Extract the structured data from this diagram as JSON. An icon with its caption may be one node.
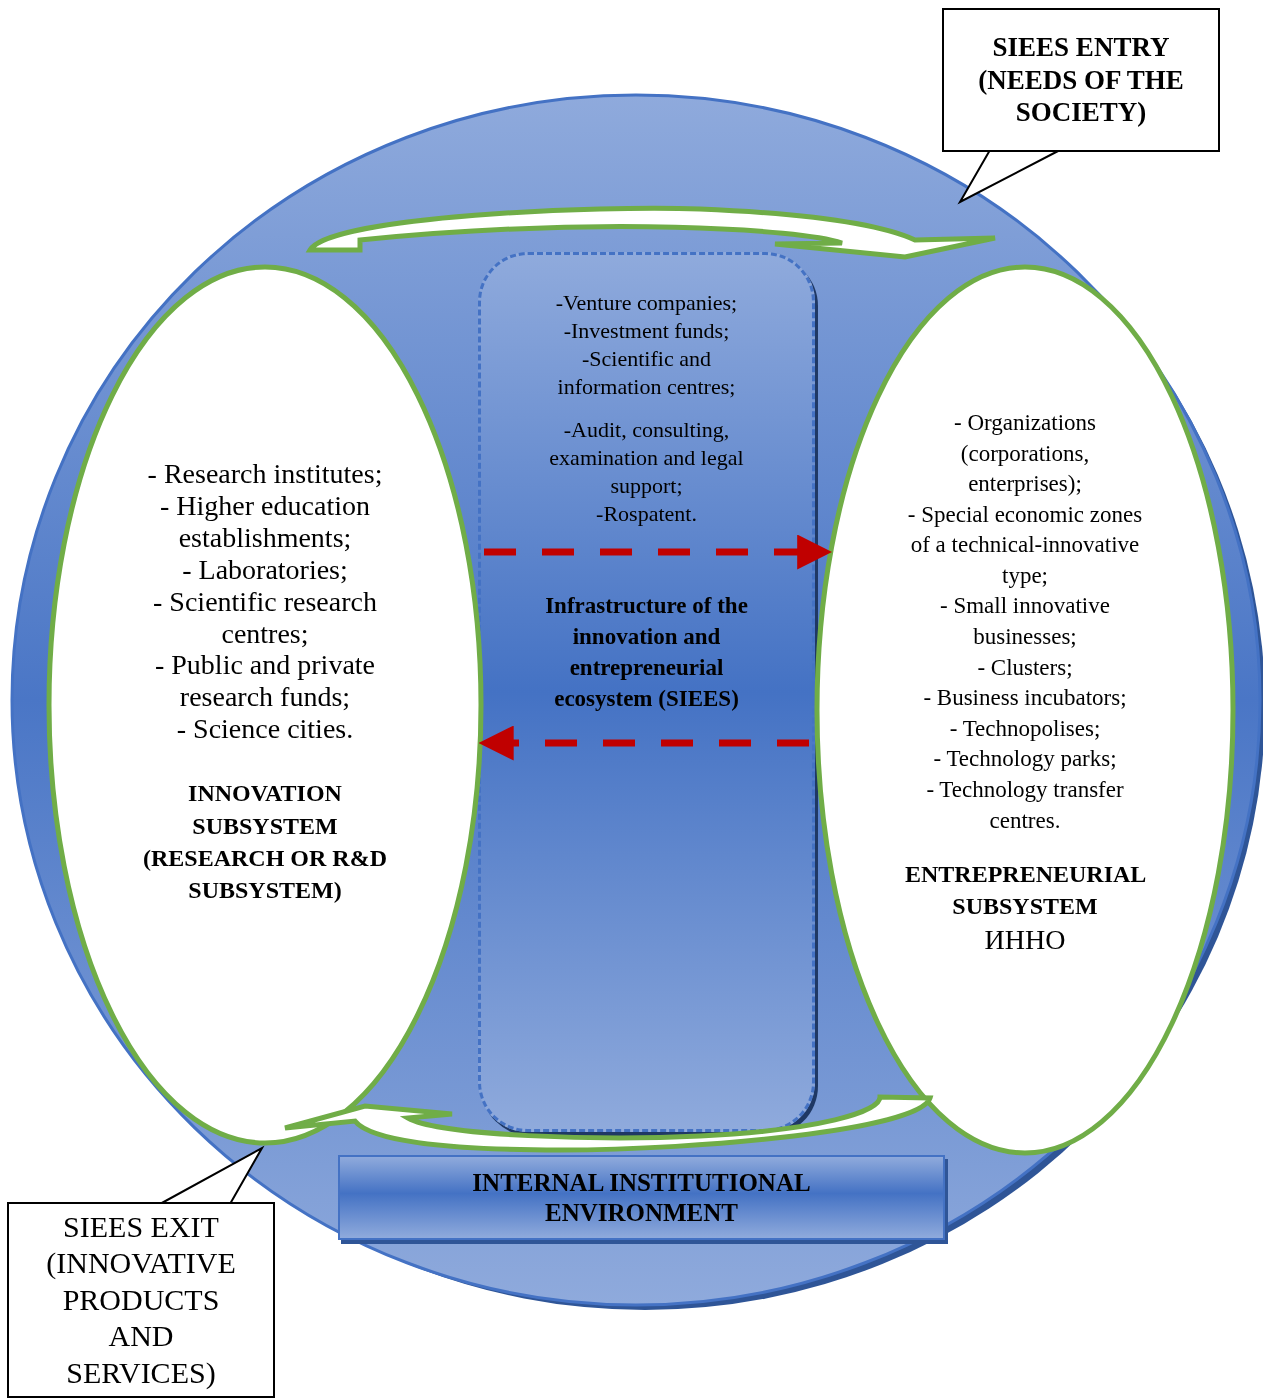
{
  "diagram": {
    "nodes": [
      {
        "text": [
          "SIEES ENTRY (NEEDS OF THE SOCIETY)"
        ]
      },
      {
        "text": [
          "- Research institutes;",
          "- Higher education establishments;",
          "- Laboratories;",
          "- Scientific research centres;",
          "- Public and private research funds;",
          "- Science cities.",
          "INNOVATION SUBSYSTEM (RESEARCH OR R&D SUBSYSTEM)"
        ]
      },
      {
        "text": [
          "-Venture companies;",
          "-Investment funds;",
          "-Scientific and information centres;",
          "-Audit, consulting, examination and legal support;",
          "-Rospatent.",
          "Infrastructure of the innovation and entrepreneurial ecosystem (SIEES)"
        ]
      },
      {
        "text": [
          "- Organizations (corporations, enterprises);",
          "- Special economic zones of a technical-innovative type;",
          "- Small innovative businesses;",
          "- Clusters;",
          "- Business incubators;",
          "- Technopolises;",
          "- Technology parks;",
          "- Technology transfer centres.",
          "ENTREPRENEURIAL SUBSYSTEM",
          "ИННО"
        ]
      },
      {
        "text": [
          "INTERNAL INSTITUTIONAL ENVIRONMENT"
        ]
      },
      {
        "text": [
          "SIEES EXIT (INNOVATIVE PRODUCTS AND SERVICES)"
        ]
      }
    ],
    "edges": [
      {
        "from": 1,
        "to": 3,
        "arrow": "to",
        "style": "thick"
      },
      {
        "from": 3,
        "to": 1,
        "arrow": "to",
        "style": "thick"
      },
      {
        "from": 2,
        "to": 3,
        "arrow": "to",
        "style": "dashed",
        "color": "#c00000"
      },
      {
        "from": 2,
        "to": 1,
        "arrow": "to",
        "style": "dashed",
        "color": "#c00000"
      }
    ]
  }
}
